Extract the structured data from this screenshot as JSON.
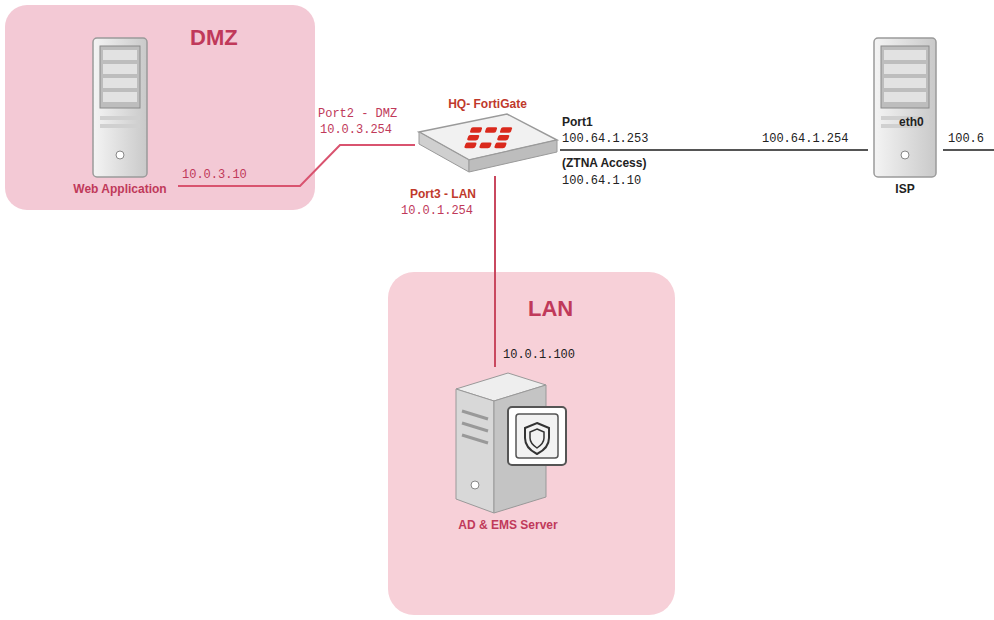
{
  "diagram": {
    "nodes": [
      {
        "text": [
          "DMZ"
        ]
      },
      {
        "text": [
          "Web Application"
        ],
        "in": 0
      },
      {
        "text": [
          "HQ- FortiGate"
        ]
      },
      {
        "text": [
          "ISP"
        ]
      },
      {
        "text": [
          "LAN"
        ]
      },
      {
        "text": [
          "AD & EMS Server"
        ],
        "in": 4
      }
    ],
    "edges": [
      {
        "from": 1,
        "to": 2,
        "arrow": "none"
      },
      {
        "from": 2,
        "to": 3,
        "arrow": "none"
      },
      {
        "from": 2,
        "to": 5,
        "arrow": "none"
      }
    ],
    "labels": [
      "Port2 - DMZ",
      "10.0.3.254",
      "Port1",
      "100.64.1.253",
      "eth0",
      "100.64.1.254",
      "100.6",
      "(ZTNA Access)",
      "10.0.3.10",
      "100.64.1.10",
      "Port3 - LAN",
      "10.0.1.254",
      "10.0.1.100"
    ]
  }
}
